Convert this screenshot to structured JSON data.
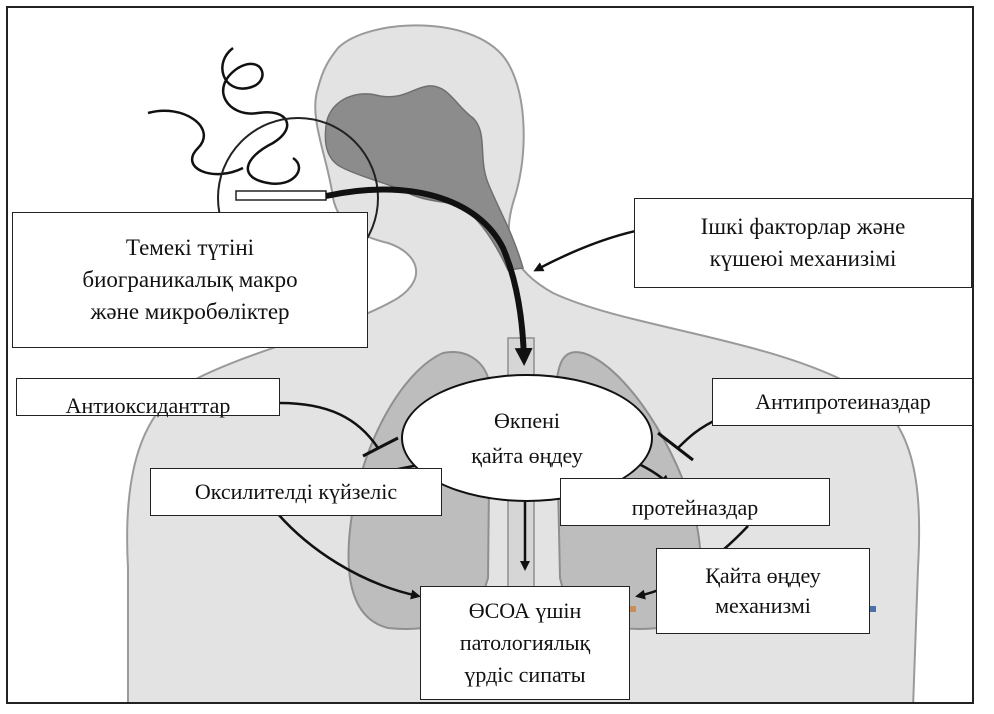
{
  "labels": {
    "smoke": "Темекі түтіні\nбиограникалық макро\nжәне микробөліктер",
    "internal_factors": "Ішкі факторлар және\nкүшеюі механизімі",
    "lung_processing": "Өкпені\nқайта өңдеу",
    "antioxidants": "Антиоксиданттар",
    "antiproteinases": "Антипротеиназдар",
    "oxidative_stress": "Оксилителді күйзеліс",
    "proteinases": "протейназдар",
    "repair_mechanism": "Қайта өңдеу\nмеханизмі",
    "copd_pathology": "ӨСОА үшін\nпатологиялық\nүрдіс сипаты"
  },
  "colors": {
    "airway": "#8c8c8c",
    "body": "#e3e3e3",
    "lungs": "#bdbdbd",
    "lines": "#111111"
  }
}
